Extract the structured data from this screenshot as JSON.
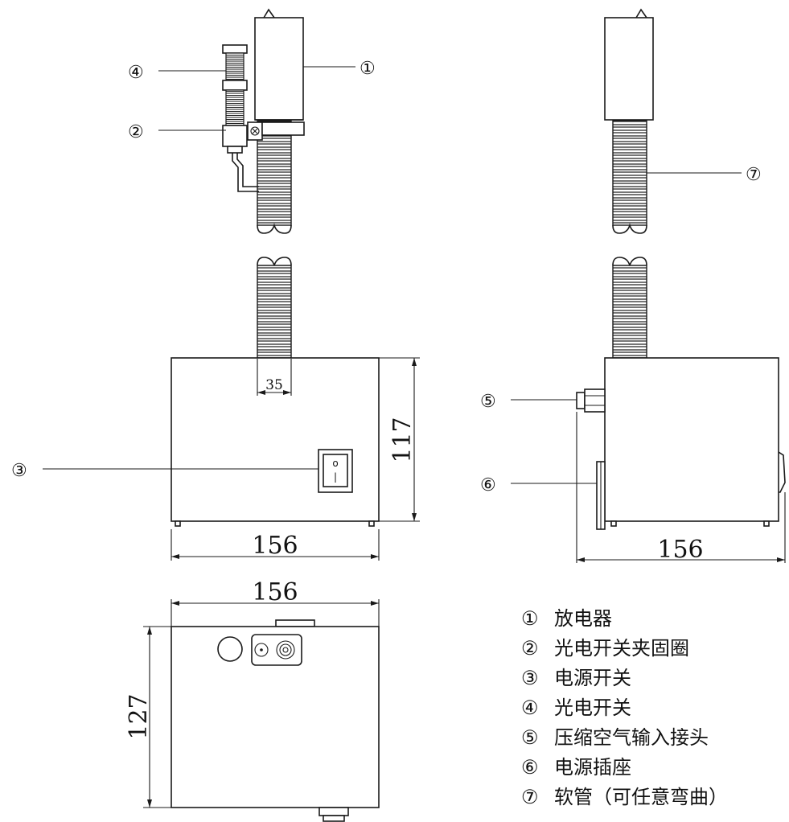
{
  "dimensions": {
    "front_height": "117",
    "front_width": "156",
    "tube_diameter": "35",
    "side_width": "156",
    "top_width": "156",
    "top_depth": "127"
  },
  "callouts": [
    "①",
    "②",
    "③",
    "④",
    "⑤",
    "⑥",
    "⑦"
  ],
  "switch_symbols": {
    "off": "o",
    "on": "|"
  },
  "legend": [
    {
      "num": "①",
      "text": "放电器"
    },
    {
      "num": "②",
      "text": "光电开关夹固圈"
    },
    {
      "num": "③",
      "text": "电源开关"
    },
    {
      "num": "④",
      "text": "光电开关"
    },
    {
      "num": "⑤",
      "text": "压缩空气输入接头"
    },
    {
      "num": "⑥",
      "text": "电源插座"
    },
    {
      "num": "⑦",
      "text": "软管（可任意弯曲）"
    }
  ]
}
